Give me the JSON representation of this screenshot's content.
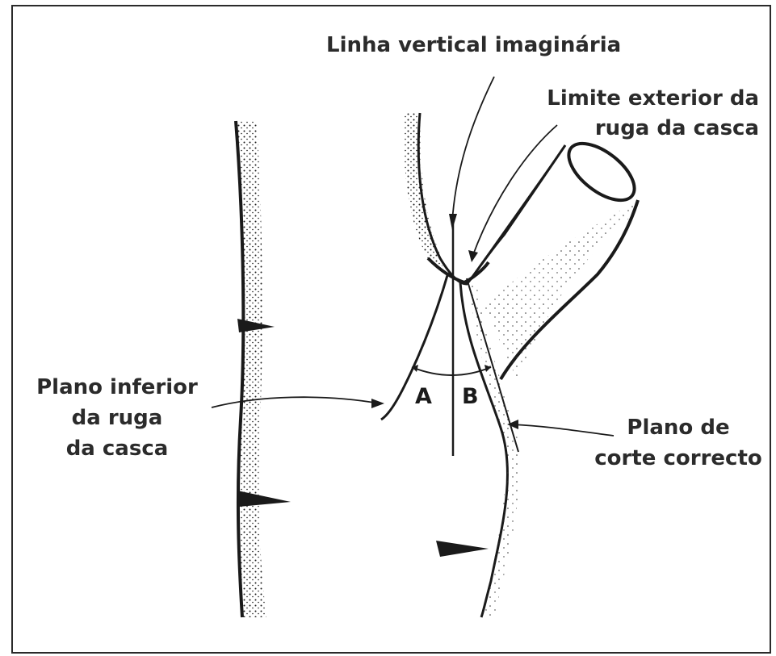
{
  "labels": {
    "vertical_line": "Linha vertical imaginária",
    "outer_limit_1": "Limite exterior da",
    "outer_limit_2": "ruga da casca",
    "lower_plane_1": "Plano inferior",
    "lower_plane_2": "da ruga",
    "lower_plane_3": "da casca",
    "cut_plane_1": "Plano de",
    "cut_plane_2": "corte correcto",
    "angle_a": "A",
    "angle_b": "B"
  },
  "colors": {
    "ink": "#1a1a1a",
    "label_text": "#2b2b2b",
    "frame": "#2a2a2a"
  }
}
